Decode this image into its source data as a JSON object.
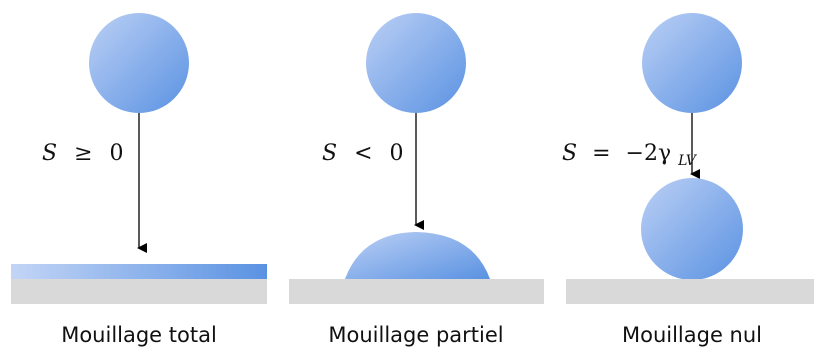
{
  "panels": [
    {
      "id": "total",
      "formula": {
        "lhs": "S",
        "op": "≥",
        "rhs": "0"
      },
      "caption": "Mouillage total"
    },
    {
      "id": "partial",
      "formula": {
        "lhs": "S",
        "op": "<",
        "rhs": "0"
      },
      "caption": "Mouillage partiel"
    },
    {
      "id": "none",
      "formula": {
        "lhs": "S",
        "op": "=",
        "rhs": "−2γ",
        "sub": "LV"
      },
      "caption": "Mouillage nul"
    }
  ],
  "colors": {
    "drop_light": "#b9cdf4",
    "drop_dark": "#5f95e3",
    "substrate": "#d9d9d9",
    "arrow": "#000000",
    "text": "#111111"
  }
}
